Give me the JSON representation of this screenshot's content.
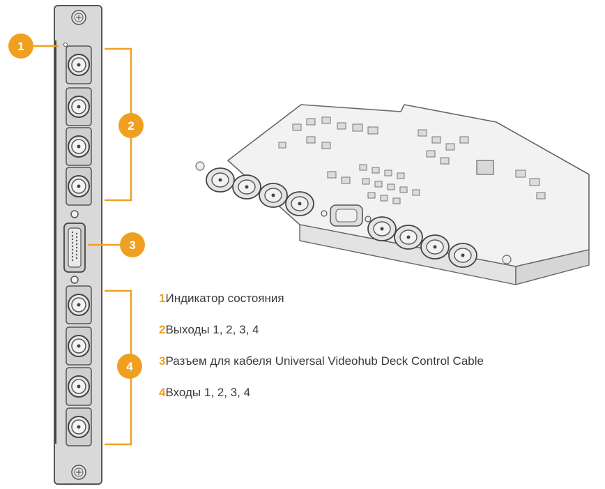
{
  "callouts": [
    {
      "number": "1",
      "text": "Индикатор состояния"
    },
    {
      "number": "2",
      "text": "Выходы 1, 2, 3, 4"
    },
    {
      "number": "3",
      "text": "Разъем для кабеля Universal Videohub Deck Control Cable"
    },
    {
      "number": "4",
      "text": "Входы 1, 2, 3, 4"
    }
  ],
  "colors": {
    "accent": "#f0a020",
    "panel": "#d8d8d8",
    "outline": "#555555",
    "text": "#3a3a3a"
  }
}
